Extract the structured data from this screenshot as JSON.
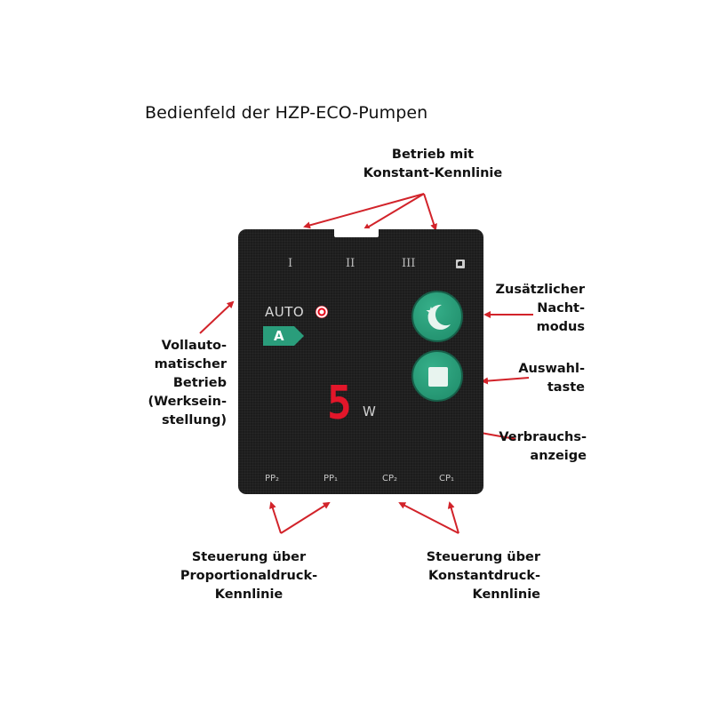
{
  "title": "Bedienfeld der HZP-ECO-Pumpen",
  "labels": {
    "top": "Betrieb mit\nKonstant-Kennlinie",
    "night": "Zusätzlicher\nNacht-\nmodus",
    "select": "Auswahl-\ntaste",
    "consumption": "Verbrauchs-\nanzeige",
    "auto": "Vollauto-\nmatischer\nBetrieb\n(Werksein-\nstellung)",
    "pp": "Steuerung über\nProportionaldruck-\nKennlinie",
    "cp": "Steuerung über\nKonstantdruck-\nKennlinie"
  },
  "panel": {
    "mode_i": "I",
    "mode_ii": "II",
    "mode_iii": "III",
    "auto_text": "AUTO",
    "auto_badge": "A",
    "display_value": "5",
    "display_unit": "W",
    "pp2": "PP₂",
    "pp1": "PP₁",
    "cp2": "CP₂",
    "cp1": "CP₁"
  },
  "colors": {
    "arrow": "#d2232a",
    "panel": "#1c1c1c",
    "button_green": "#2a9d7b",
    "led_red": "#e60012"
  },
  "icons": {
    "night_button": "moon-star-icon",
    "select_button": "square-icon",
    "mode_indicator": "half-circle-icon"
  }
}
